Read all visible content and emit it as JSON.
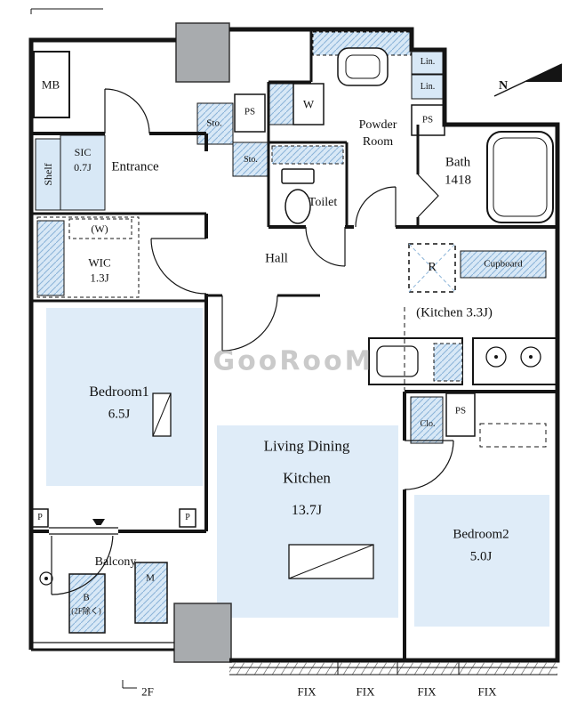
{
  "colors": {
    "wall": "#141414",
    "room_fill": "#dfecf8",
    "box_fill": "#d8e8f6",
    "hatch_line": "#8ab3d8",
    "gray_block": "#a8abae",
    "watermark": "#969696"
  },
  "compass": {
    "north": "N"
  },
  "watermark": {
    "text": "GooRooM"
  },
  "rooms": {
    "entrance": "Entrance",
    "hall": "Hall",
    "toilet": "Toilet",
    "powder_line1": "Powder",
    "powder_line2": "Room",
    "bath_name": "Bath",
    "bath_size": "1418",
    "kitchen": "(Kitchen 3.3J)",
    "bedroom1_name": "Bedroom1",
    "bedroom1_size": "6.5J",
    "ldk_line1": "Living Dining",
    "ldk_line2": "Kitchen",
    "ldk_size": "13.7J",
    "bedroom2_name": "Bedroom2",
    "bedroom2_size": "5.0J",
    "balcony": "Balcony",
    "wic_name": "WIC",
    "wic_size": "1.3J",
    "sic_name": "SIC",
    "sic_size": "0.7J"
  },
  "fixtures": {
    "mb": "MB",
    "shelf": "Shelf",
    "sto_upper": "Sto.",
    "sto_lower": "Sto.",
    "ps_entry": "PS",
    "washer": "W",
    "washer_paren": "(W)",
    "lin_upper": "Lin.",
    "lin_lower": "Lin.",
    "ps_bath": "PS",
    "fridge": "R",
    "cupboard": "Cupboard",
    "closet": "Clo.",
    "ps_bedroom2": "PS",
    "balcony_b": "B",
    "balcony_b_note": "(2F除く)",
    "balcony_m": "M",
    "pipe_left": "P",
    "pipe_right": "P"
  },
  "annotations": {
    "floor": "2F",
    "fix_windows": [
      "FIX",
      "FIX",
      "FIX",
      "FIX"
    ]
  }
}
